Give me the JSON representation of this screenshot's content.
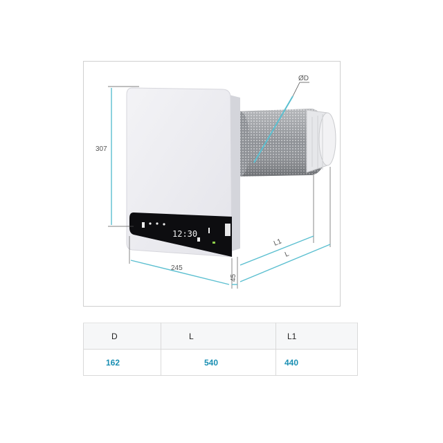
{
  "drawing": {
    "dims": {
      "height": "307",
      "width": "245",
      "depth": "45",
      "length": "L",
      "length_inner": "L1",
      "diameter": "ØD"
    },
    "display_time": "12:30",
    "accent_color": "#5bbfd0",
    "icons": [
      "power-icon",
      "fan-icon",
      "snowflake-icon",
      "home-icon",
      "settings-icon"
    ]
  },
  "spec_table": {
    "headers": [
      "D",
      "L",
      "L1"
    ],
    "values": [
      "162",
      "540",
      "440"
    ]
  }
}
